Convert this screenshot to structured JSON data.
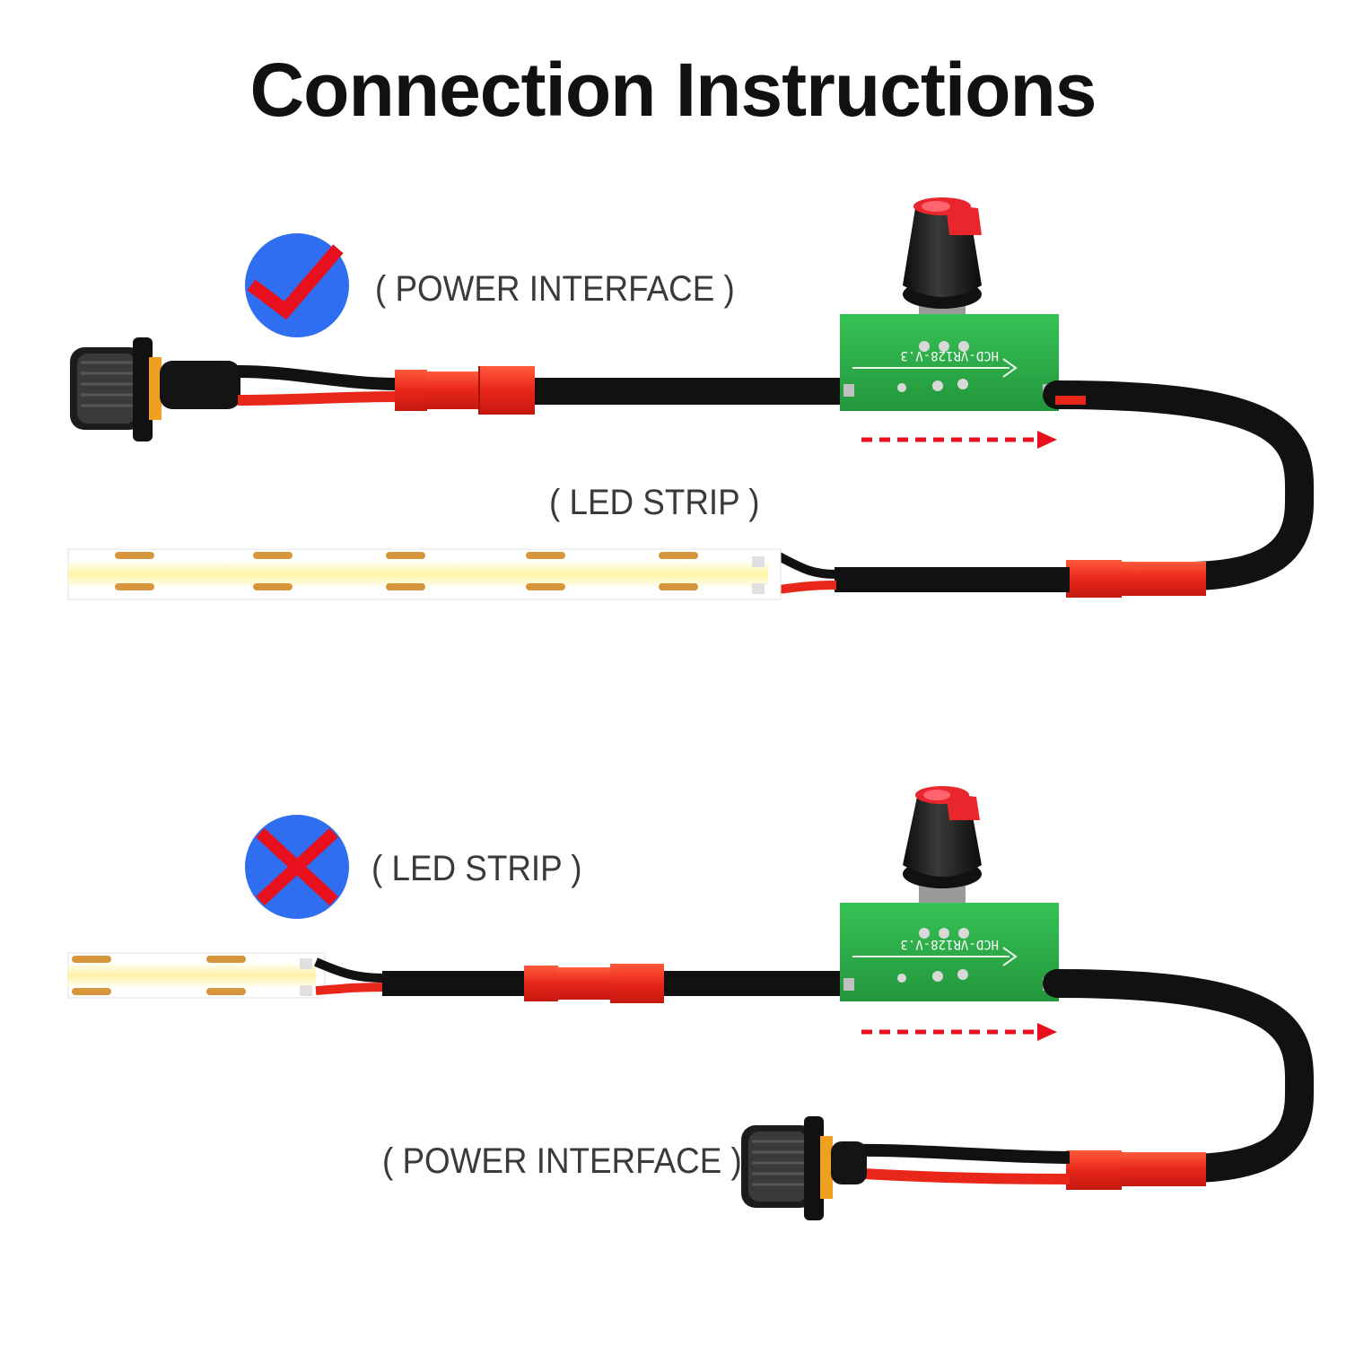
{
  "title": "Connection Instructions",
  "colors": {
    "correct_badge": "#2f6ef0",
    "mark": "#e8101c",
    "pcb": "#2fb34a",
    "connector": "#f0321e",
    "cable": "#111111",
    "led_strip": "#fff6b8"
  },
  "correct_example": {
    "status_icon": "check-icon",
    "power_label": "( POWER INTERFACE )",
    "strip_label": "( LED STRIP )",
    "pcb_text": "HCD-VR128-V.3"
  },
  "wrong_example": {
    "status_icon": "cross-icon",
    "strip_label": "( LED STRIP )",
    "power_label": "( POWER INTERFACE )",
    "pcb_text": "HCD-VR128-V.3"
  }
}
